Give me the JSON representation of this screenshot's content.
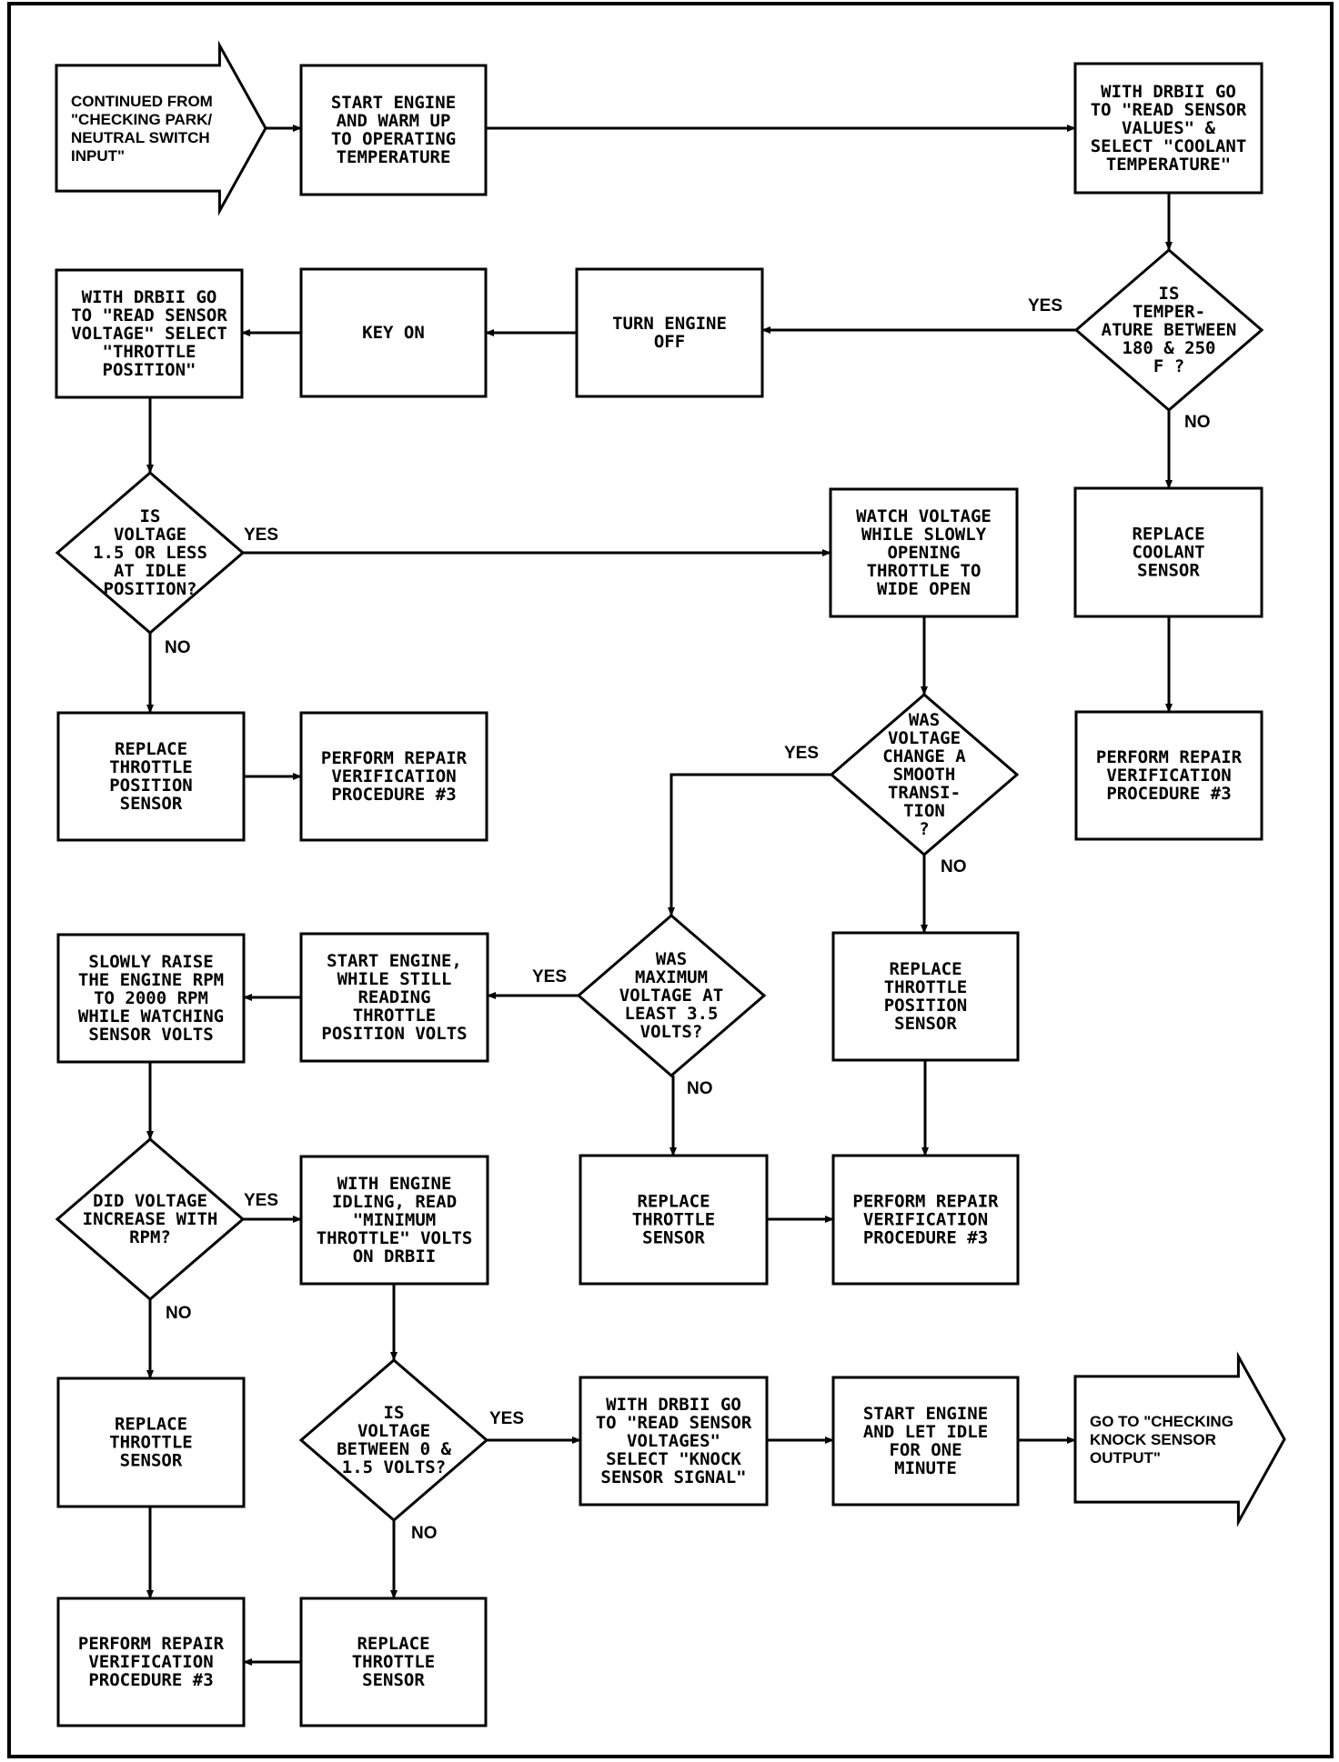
{
  "nodes": {
    "cont_from": {
      "lines": [
        "CONTINUED FROM",
        "\"CHECKING PARK/",
        "NEUTRAL SWITCH",
        "INPUT\""
      ]
    },
    "start_warm": {
      "lines": [
        "START ENGINE",
        "AND WARM UP",
        "TO OPERATING",
        "TEMPERATURE"
      ]
    },
    "drb_coolant": {
      "lines": [
        "WITH DRBII GO",
        "TO \"READ SENSOR",
        "VALUES\" &",
        "SELECT \"COOLANT",
        "TEMPERATURE\""
      ]
    },
    "dec_temp": {
      "lines": [
        "IS",
        "TEMPER-",
        "ATURE BETWEEN",
        "180 & 250",
        "F ?"
      ]
    },
    "turn_off": {
      "lines": [
        "TURN ENGINE",
        "OFF"
      ]
    },
    "key_on": {
      "lines": [
        "KEY ON"
      ]
    },
    "drb_tps": {
      "lines": [
        "WITH DRBII GO",
        "TO \"READ SENSOR",
        "VOLTAGE\" SELECT",
        "\"THROTTLE",
        "POSITION\""
      ]
    },
    "dec_idle": {
      "lines": [
        "IS",
        "VOLTAGE",
        "1.5 OR LESS",
        "AT IDLE",
        "POSITION?"
      ]
    },
    "watch_v": {
      "lines": [
        "WATCH VOLTAGE",
        "WHILE SLOWLY",
        "OPENING",
        "THROTTLE TO",
        "WIDE OPEN"
      ]
    },
    "repl_coolant": {
      "lines": [
        "REPLACE",
        "COOLANT",
        "SENSOR"
      ]
    },
    "repl_tps1": {
      "lines": [
        "REPLACE",
        "THROTTLE",
        "POSITION",
        "SENSOR"
      ]
    },
    "verify1": {
      "lines": [
        "PERFORM REPAIR",
        "VERIFICATION",
        "PROCEDURE #3"
      ]
    },
    "dec_smooth": {
      "lines": [
        "WAS",
        "VOLTAGE",
        "CHANGE A",
        "SMOOTH",
        "TRANSI-",
        "TION",
        "?"
      ]
    },
    "verify_coolant": {
      "lines": [
        "PERFORM REPAIR",
        "VERIFICATION",
        "PROCEDURE #3"
      ]
    },
    "dec_max": {
      "lines": [
        "WAS",
        "MAXIMUM",
        "VOLTAGE AT",
        "LEAST 3.5",
        "VOLTS?"
      ]
    },
    "repl_tps2": {
      "lines": [
        "REPLACE",
        "THROTTLE",
        "POSITION",
        "SENSOR"
      ]
    },
    "start_read": {
      "lines": [
        "START ENGINE,",
        "WHILE STILL",
        "READING",
        "THROTTLE",
        "POSITION VOLTS"
      ]
    },
    "raise_rpm": {
      "lines": [
        "SLOWLY RAISE",
        "THE ENGINE RPM",
        "TO 2000 RPM",
        "WHILE WATCHING",
        "SENSOR VOLTS"
      ]
    },
    "repl_ts1": {
      "lines": [
        "REPLACE",
        "THROTTLE",
        "SENSOR"
      ]
    },
    "verify2": {
      "lines": [
        "PERFORM REPAIR",
        "VERIFICATION",
        "PROCEDURE #3"
      ]
    },
    "dec_rpm": {
      "lines": [
        "DID VOLTAGE",
        "INCREASE WITH",
        "RPM?"
      ]
    },
    "idle_min": {
      "lines": [
        "WITH ENGINE",
        "IDLING, READ",
        "\"MINIMUM",
        "THROTTLE\" VOLTS",
        "ON DRBII"
      ]
    },
    "repl_ts2": {
      "lines": [
        "REPLACE",
        "THROTTLE",
        "SENSOR"
      ]
    },
    "verify3": {
      "lines": [
        "PERFORM REPAIR",
        "VERIFICATION",
        "PROCEDURE #3"
      ]
    },
    "dec_015": {
      "lines": [
        "IS",
        "VOLTAGE",
        "BETWEEN 0 &",
        "1.5 VOLTS?"
      ]
    },
    "repl_ts3": {
      "lines": [
        "REPLACE",
        "THROTTLE",
        "SENSOR"
      ]
    },
    "drb_knock": {
      "lines": [
        "WITH DRBII GO",
        "TO \"READ SENSOR",
        "VOLTAGES\"",
        "SELECT \"KNOCK",
        "SENSOR SIGNAL\""
      ]
    },
    "start_idle": {
      "lines": [
        "START ENGINE",
        "AND LET IDLE",
        "FOR ONE",
        "MINUTE"
      ]
    },
    "goto_knock": {
      "lines": [
        "GO TO \"CHECKING",
        "KNOCK SENSOR",
        "OUTPUT\""
      ]
    }
  },
  "edge_labels": {
    "yes": "YES",
    "no": "NO"
  }
}
